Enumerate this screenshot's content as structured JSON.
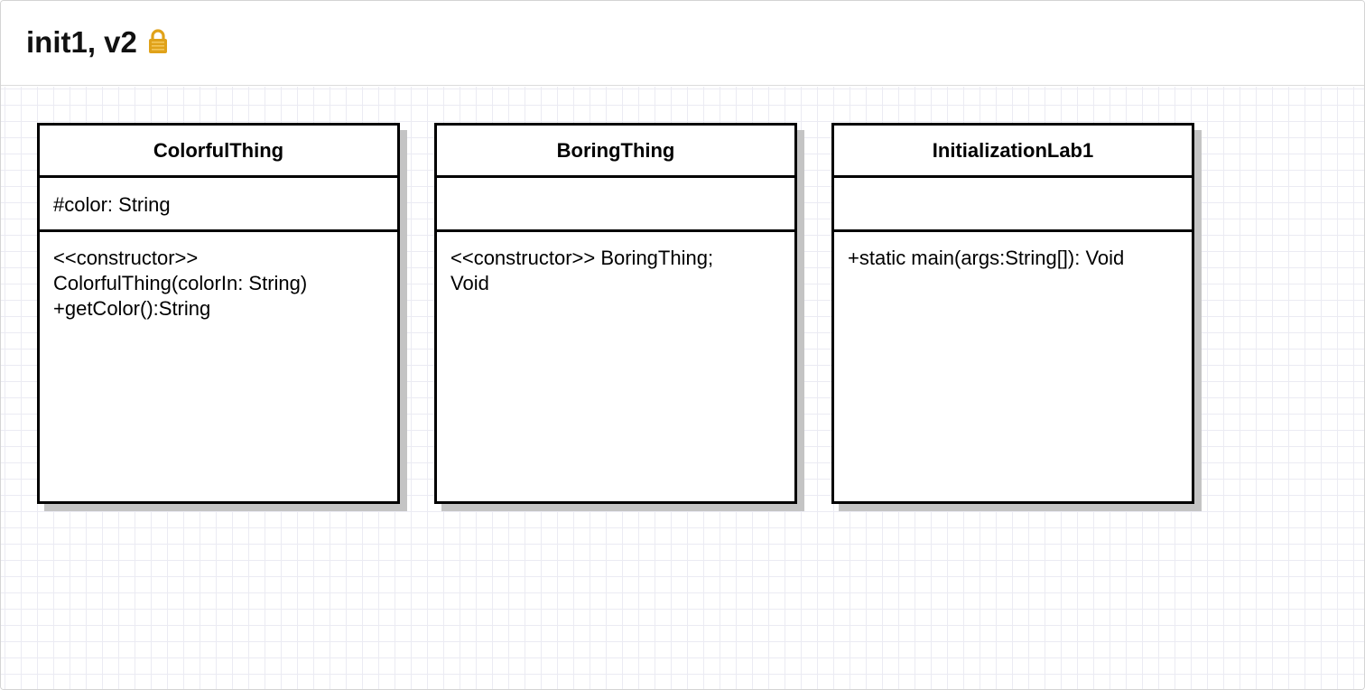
{
  "header": {
    "title": "init1, v2",
    "lock_icon": "lock-icon",
    "lock_color": "#E0A21A"
  },
  "diagram": {
    "classes": [
      {
        "name": "ColorfulThing",
        "attributes": [
          "#color: String"
        ],
        "operations": [
          "<<constructor>>",
          "ColorfulThing(colorIn: String)",
          "+getColor():String"
        ]
      },
      {
        "name": "BoringThing",
        "attributes": [],
        "operations": [
          "<<constructor>> BoringThing;",
          "Void"
        ]
      },
      {
        "name": "InitializationLab1",
        "attributes": [],
        "operations": [
          "+static main(args:String[]): Void"
        ]
      }
    ]
  }
}
